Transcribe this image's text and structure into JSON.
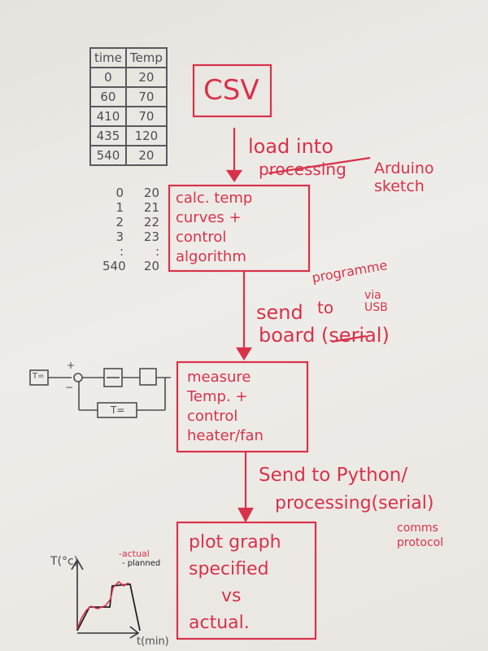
{
  "table": {
    "headers": [
      "time",
      "Temp"
    ],
    "rows": [
      [
        "0",
        "20"
      ],
      [
        "60",
        "70"
      ],
      [
        "410",
        "70"
      ],
      [
        "435",
        "120"
      ],
      [
        "540",
        "20"
      ]
    ]
  },
  "interpolated_list": [
    [
      "0",
      "20"
    ],
    [
      "1",
      "21"
    ],
    [
      "2",
      "22"
    ],
    [
      "3",
      "23"
    ],
    [
      ":",
      ":"
    ],
    [
      "540",
      "20"
    ]
  ],
  "boxes": {
    "csv": "CSV",
    "calc": [
      "calc. temp",
      "curves +",
      "control",
      "algorithm"
    ],
    "measure": [
      "measure",
      "Temp. +",
      "control",
      "heater/fan"
    ],
    "plot": [
      "plot graph",
      "specified",
      "vs",
      "actual."
    ]
  },
  "arrows": {
    "load": {
      "line1": "load into",
      "struck": "processing",
      "replacement": "Arduino sketch"
    },
    "send_board": {
      "send": "send",
      "to": "to",
      "insert": "programme",
      "board": "board (",
      "struck": "serial",
      "close": ")",
      "via": "via USB"
    },
    "send_python": {
      "line1": "Send to Python/",
      "line2": "processing(serial)",
      "note": "comms protocol"
    }
  },
  "block_diagram": {
    "input": "T=",
    "feedback": "T=",
    "plus": "+",
    "minus": "−"
  },
  "mini_graph": {
    "y_label": "T(°c)",
    "x_label": "t(min)",
    "legend_actual": "-actual",
    "legend_planned": "- planned"
  },
  "colors": {
    "red_ink": "#d8324a",
    "gray_ink": "#4e4e4e",
    "paper": "#e9e6e1"
  }
}
